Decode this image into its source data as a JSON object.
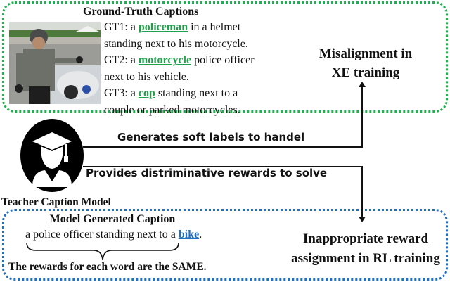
{
  "ground_truth": {
    "title": "Ground-Truth Captions",
    "captions": [
      {
        "prefix": "GT1: a ",
        "keyword": "policeman",
        "suffix": " in a helmet standing next to his motorcycle."
      },
      {
        "prefix": "GT2: a ",
        "keyword": "motorcycle",
        "suffix": " police officer next to his vehicle."
      },
      {
        "prefix": "GT3: a ",
        "keyword": "cop",
        "suffix": " standing next to a couple or parked motorcycles."
      }
    ],
    "image_description": "police officer standing beside a motorcycle"
  },
  "misalignment": {
    "line1": "Misalignment in",
    "line2": "XE training"
  },
  "teacher": {
    "label": "Teacher Caption Model",
    "icon": "graduate-user-icon"
  },
  "arrows": {
    "generates": "Generates soft labels to handel",
    "provides": "Provides distriminative rewards to solve"
  },
  "model_caption": {
    "title": "Model Generated Caption",
    "prefix": "a police officer standing next to a ",
    "keyword": "bike",
    "suffix": ".",
    "note": "The rewards for each word are the SAME."
  },
  "inappropriate": {
    "line1": "Inappropriate reward",
    "line2": "assignment in RL training"
  },
  "colors": {
    "green": "#1fb24a",
    "blue": "#1f6fc2",
    "black": "#111111"
  }
}
